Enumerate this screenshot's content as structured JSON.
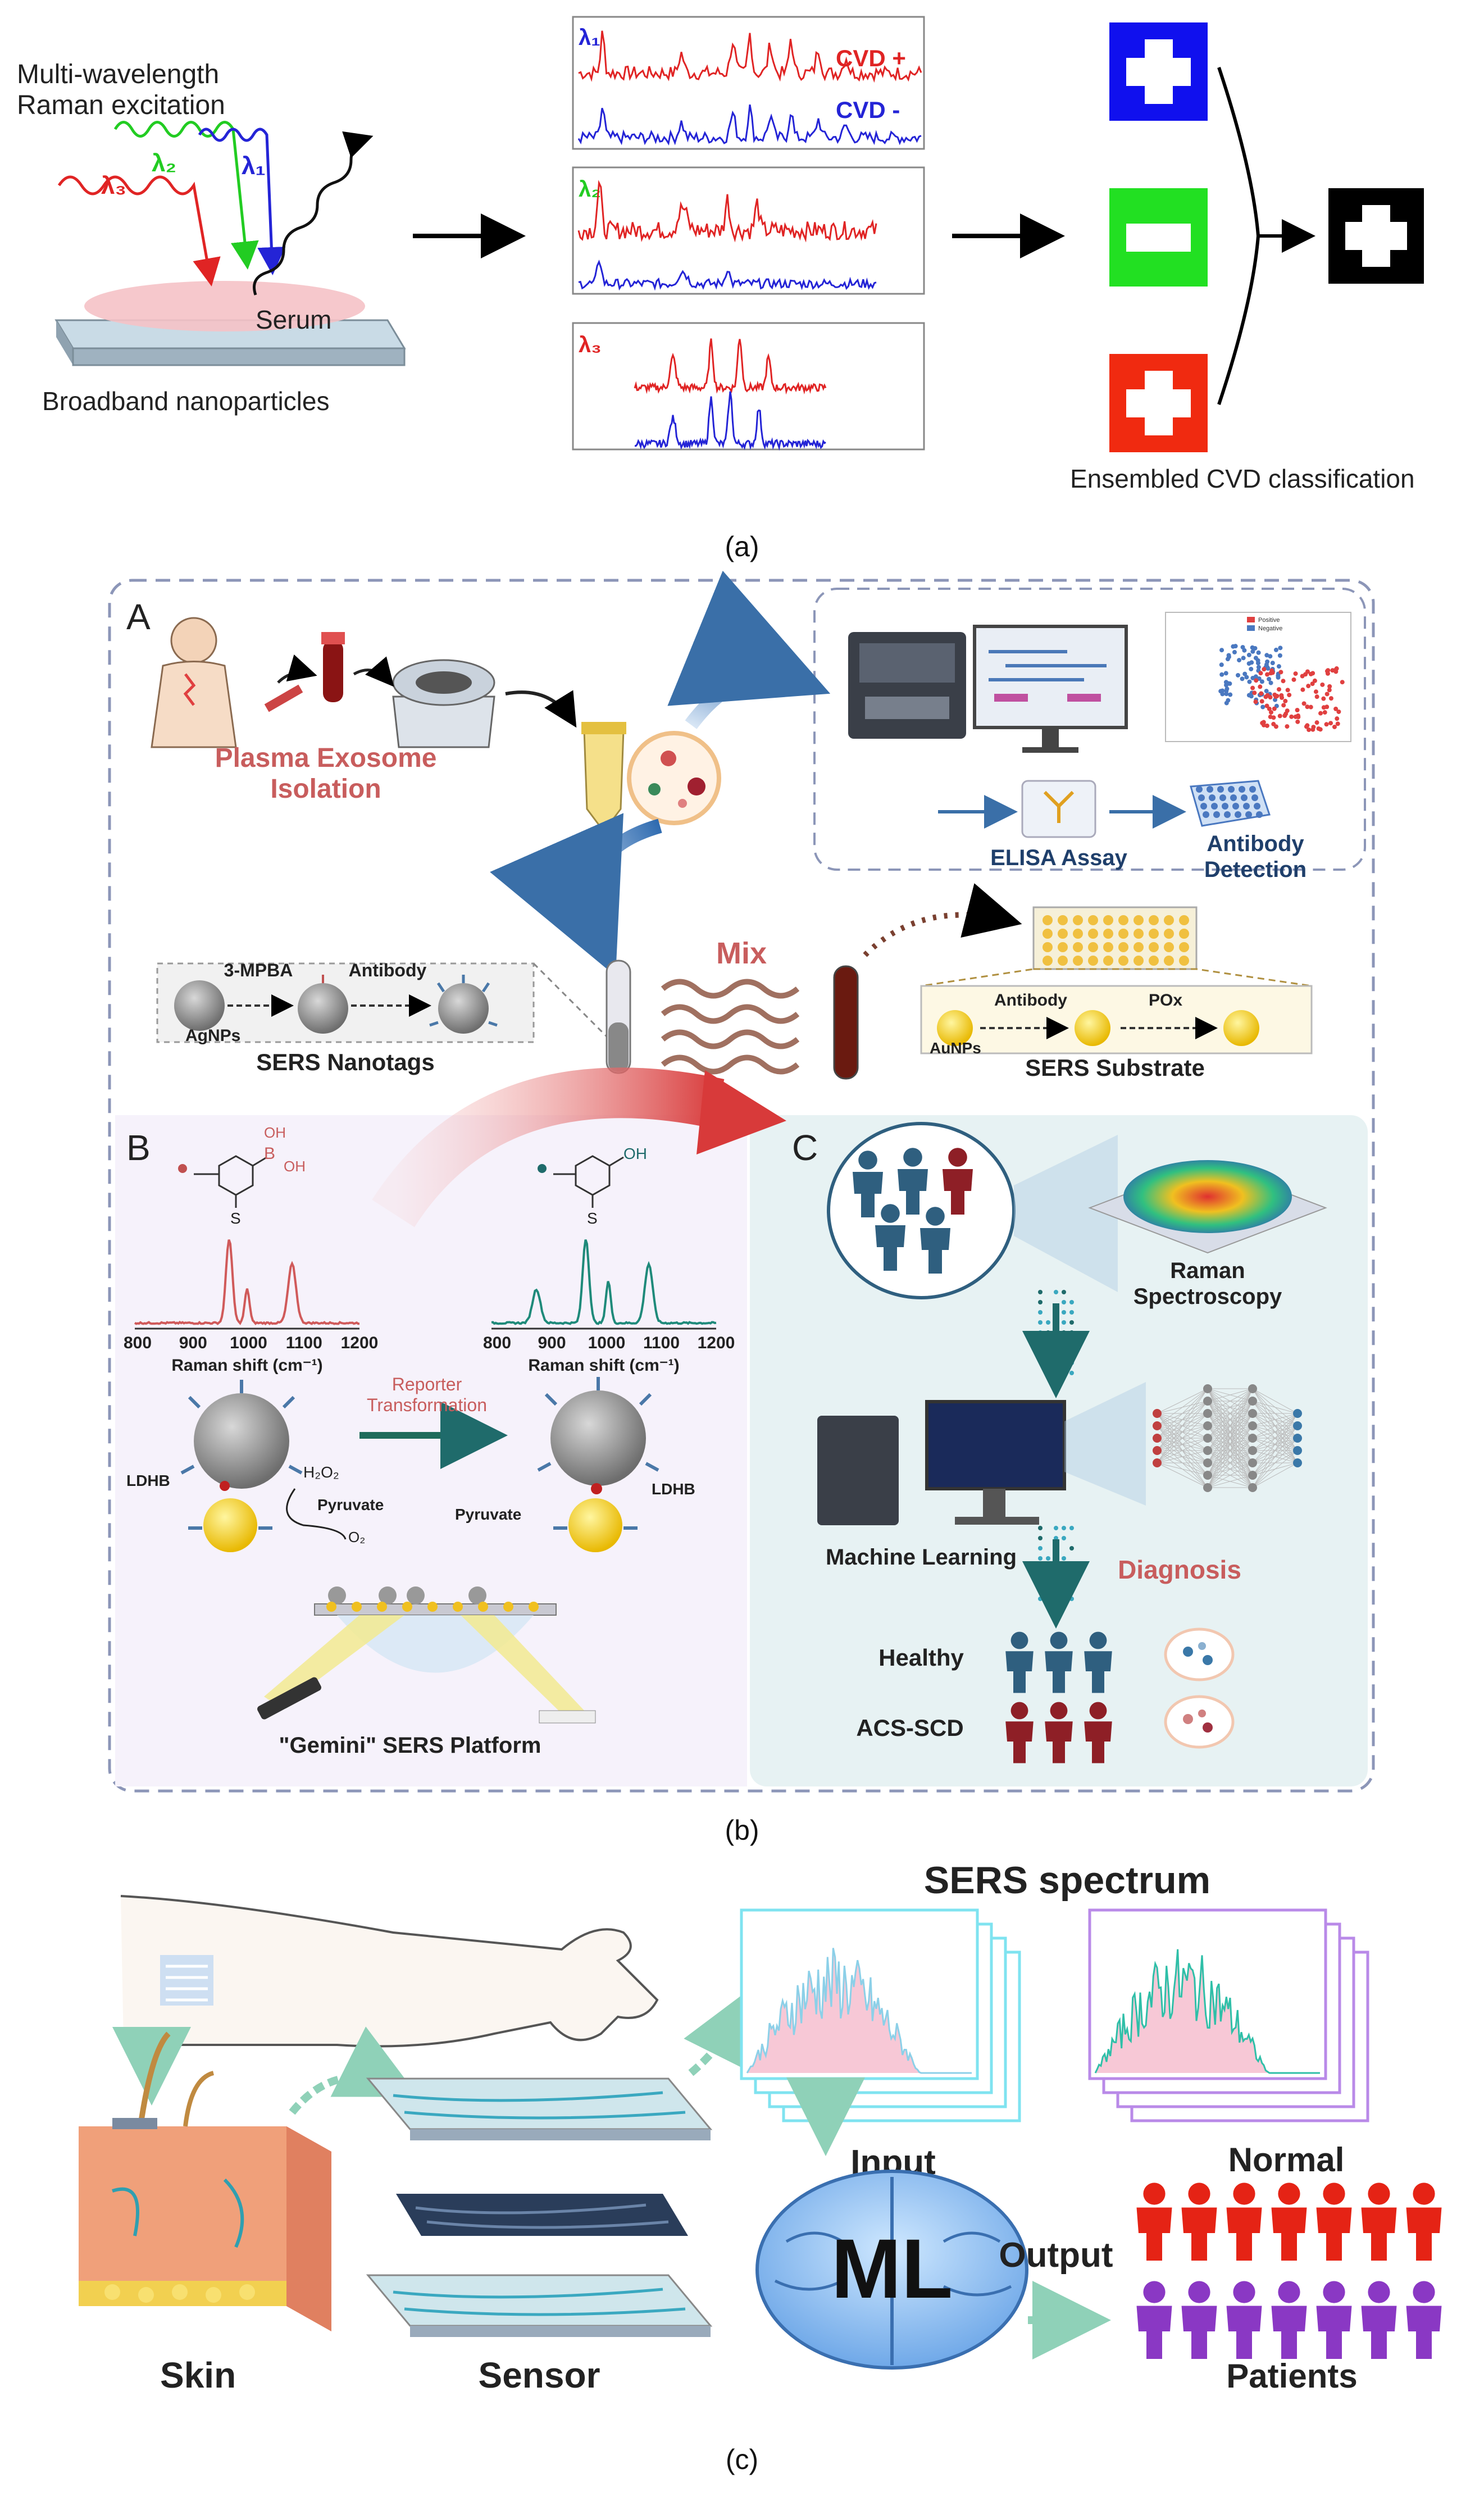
{
  "panel_a": {
    "excitation_label": "Multi-wavelength\nRaman excitation",
    "lambda1": "λ₁",
    "lambda2": "λ₂",
    "lambda3": "λ₃",
    "serum": "Serum",
    "substrate": "Broadband nanoparticles",
    "cvd_pos": "CVD +",
    "cvd_neg": "CVD -",
    "ensemble": "Ensembled CVD classification",
    "caption": "(a)"
  },
  "panel_b": {
    "section_a": "A",
    "section_b": "B",
    "section_c": "C",
    "plasma": "Plasma Exosome\nIsolation",
    "elisa": "ELISA Assay",
    "antibody_detection": "Antibody\nDetection",
    "mix": "Mix",
    "mpba": "3-MPBA",
    "antibody": "Antibody",
    "agnps": "AgNPs",
    "nanotags": "SERS Nanotags",
    "antibody2": "Antibody",
    "pox": "POx",
    "aunps": "AuNPs",
    "substrate": "SERS Substrate",
    "raman_shift": "Raman shift (cm⁻¹)",
    "ticks": [
      "800",
      "900",
      "1000",
      "1100",
      "1200"
    ],
    "reporter": "Reporter\nTransformation",
    "ldhb": "LDHB",
    "pyruvate": "Pyruvate",
    "h2o2": "H₂O₂",
    "o2": "O₂",
    "gemini": "\"Gemini\" SERS Platform",
    "raman_spec": "Raman\nSpectroscopy",
    "ml": "Machine Learning",
    "diagnosis": "Diagnosis",
    "healthy": "Healthy",
    "acs": "ACS-SCD",
    "legend_pos": "Positive",
    "legend_neg": "Negative",
    "oh": "OH",
    "b": "B",
    "s": "S",
    "caption": "(b)"
  },
  "panel_c": {
    "sers": "SERS spectrum",
    "input": "Input",
    "output": "Output",
    "ml": "ML",
    "normal": "Normal",
    "patients": "Patients",
    "skin": "Skin",
    "sensor": "Sensor",
    "caption": "(c)"
  },
  "colors": {
    "red": "#e02424",
    "blue": "#2424d6",
    "green": "#22cc22",
    "teal_dark": "#1f6b6b",
    "person_blue": "#2f5f7f",
    "person_red": "#8e1f26",
    "normal_red": "#e52315",
    "patient_purple": "#8a38c4",
    "title_red": "#c85d5d",
    "panel_border": "#8c96b8"
  }
}
